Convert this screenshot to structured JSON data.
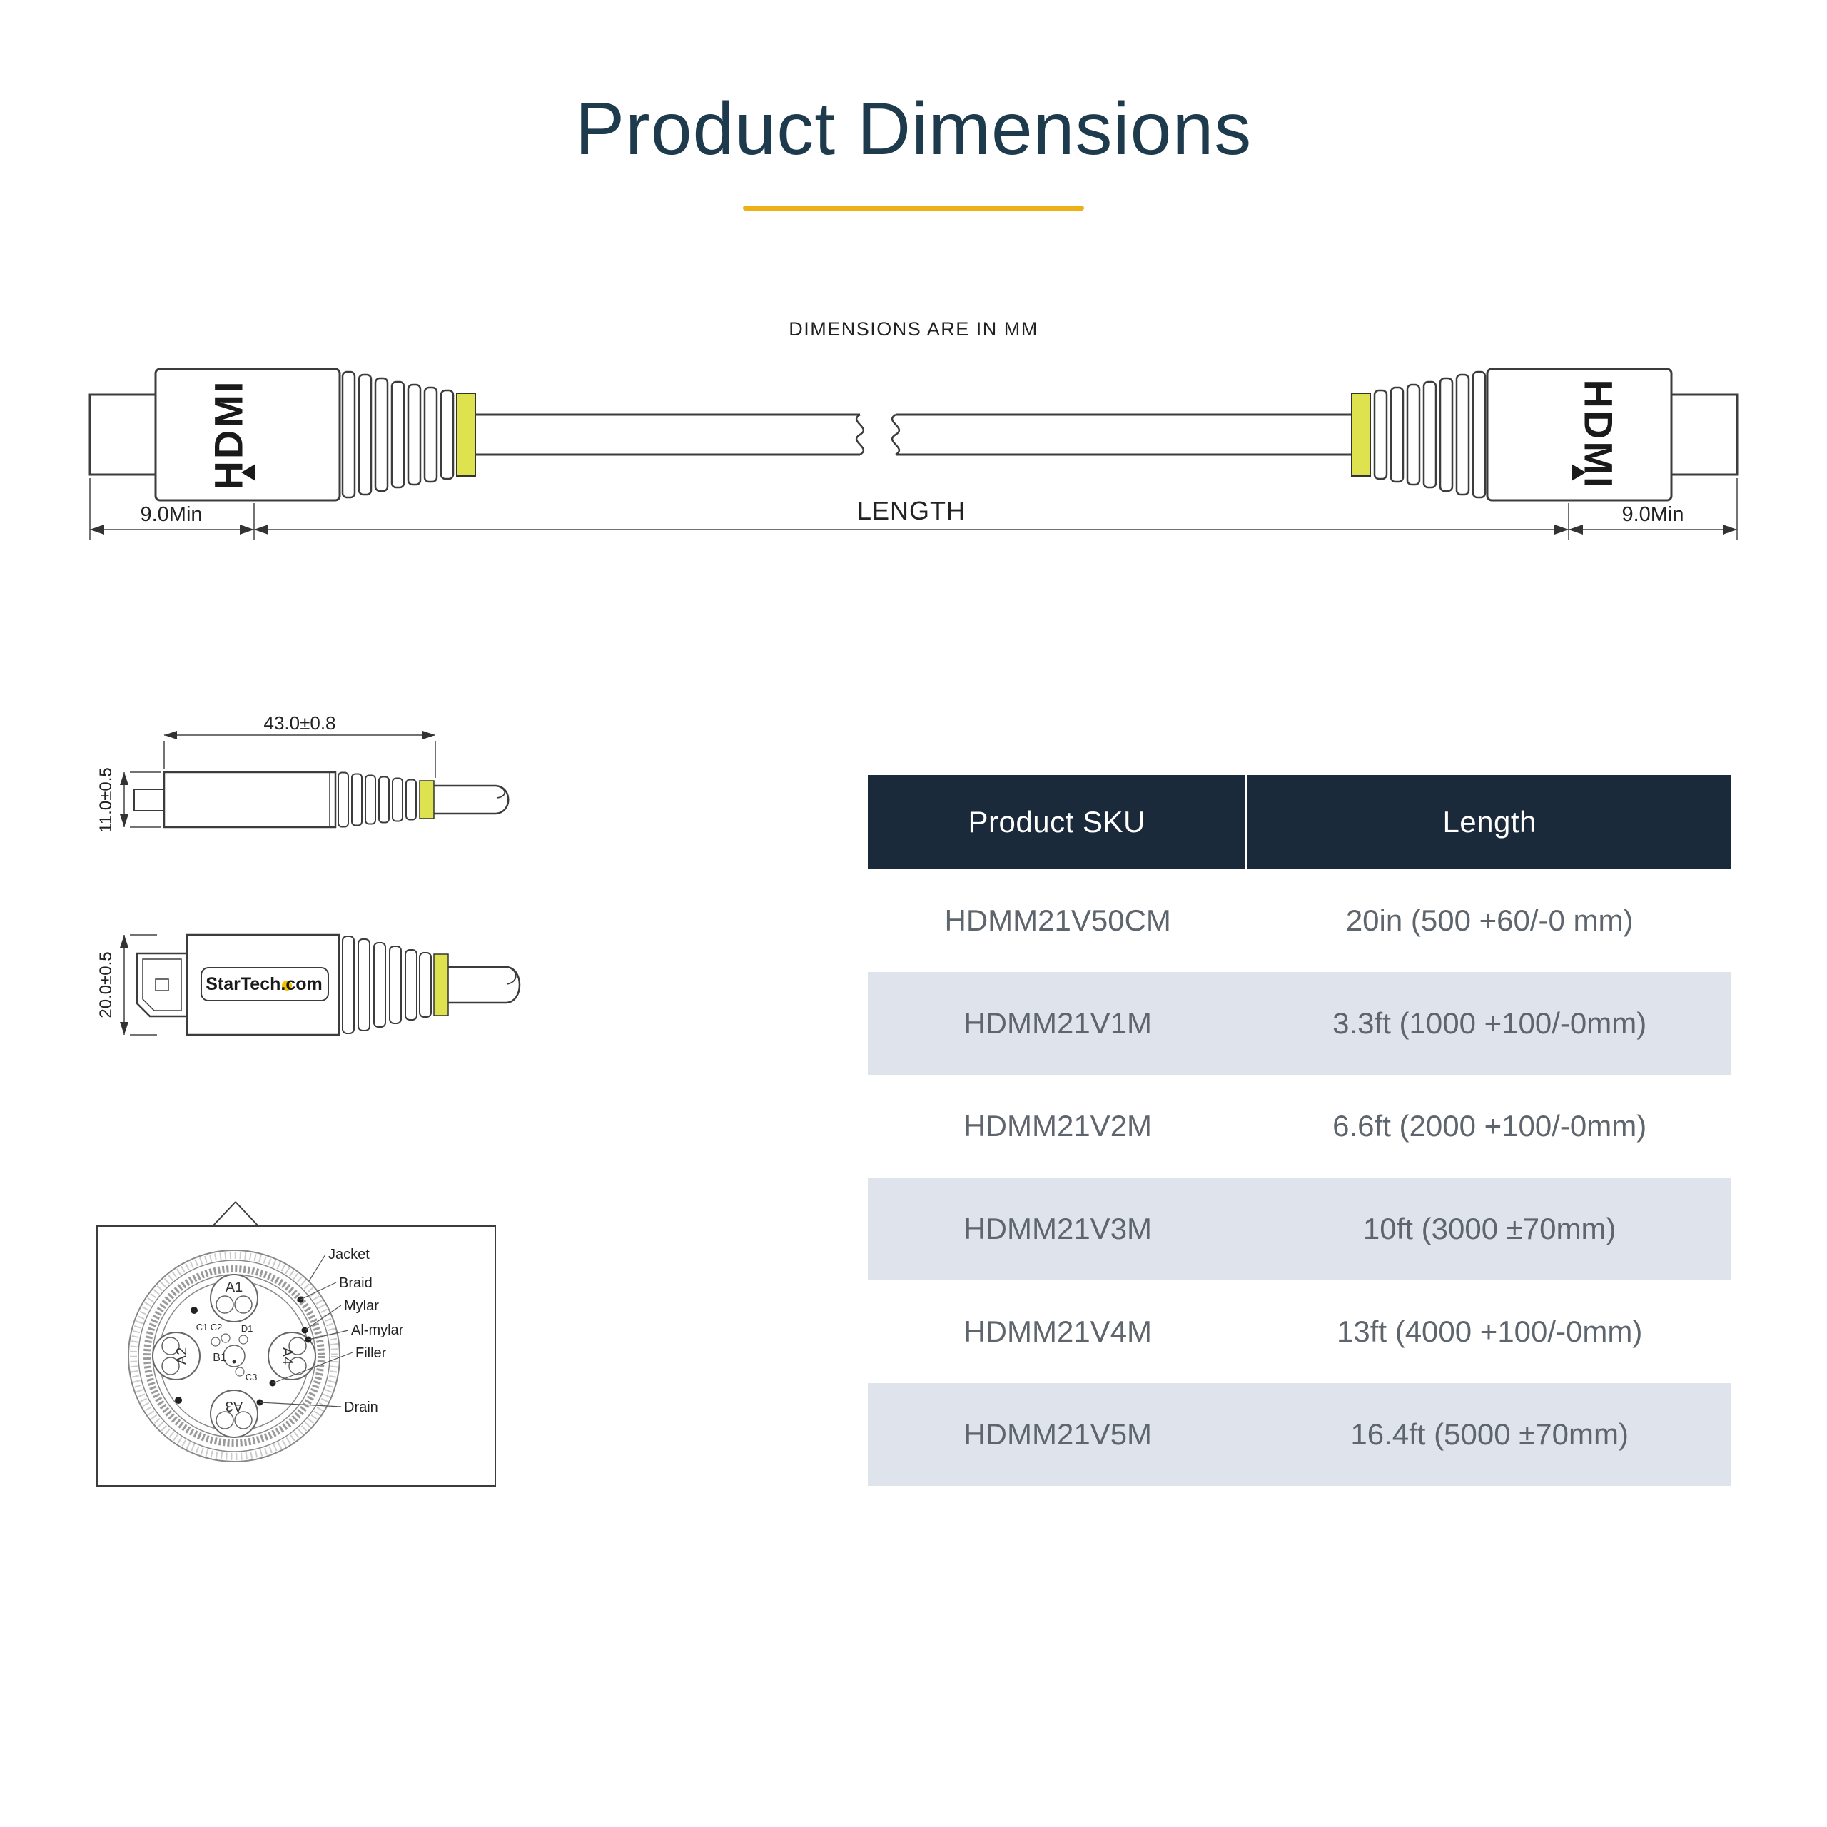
{
  "page": {
    "title": "Product Dimensions",
    "units_note": "DIMENSIONS ARE IN MM",
    "accent_color": "#EDB016",
    "background_color": "#FFFFFF",
    "title_color": "#1E3A4D"
  },
  "cable_drawing": {
    "connector_label": "HDMI",
    "left_min_label": "9.0Min",
    "right_min_label": "9.0Min",
    "length_label": "LENGTH",
    "band_color": "#DEE24E"
  },
  "side_views": {
    "top_width_label": "43.0±0.8",
    "top_height_label": "11.0±0.5",
    "bottom_height_label": "20.0±0.5",
    "brand_label": "StarTech.com",
    "brand_dot_color": "#F2C300"
  },
  "cross_section": {
    "labels": {
      "jacket": "Jacket",
      "braid": "Braid",
      "mylar": "Mylar",
      "al_mylar": "Al-mylar",
      "filler": "Filler",
      "drain": "Drain"
    },
    "conductors": {
      "a1": "A1",
      "a2": "A2",
      "a3": "A3",
      "a4": "A4",
      "b1": "B1",
      "c1c2": "C1 C2",
      "d1": "D1",
      "c3": "C3"
    }
  },
  "table": {
    "headers": {
      "sku": "Product SKU",
      "length": "Length"
    },
    "header_bg": "#1B2A3A",
    "row_alt_bg": "#DFE4EC",
    "rows": [
      {
        "sku": "HDMM21V50CM",
        "length": "20in (500 +60/-0 mm)"
      },
      {
        "sku": "HDMM21V1M",
        "length": "3.3ft (1000 +100/-0mm)"
      },
      {
        "sku": "HDMM21V2M",
        "length": "6.6ft (2000 +100/-0mm)"
      },
      {
        "sku": "HDMM21V3M",
        "length": "10ft (3000 ±70mm)"
      },
      {
        "sku": "HDMM21V4M",
        "length": "13ft (4000 +100/-0mm)"
      },
      {
        "sku": "HDMM21V5M",
        "length": "16.4ft (5000 ±70mm)"
      }
    ]
  }
}
